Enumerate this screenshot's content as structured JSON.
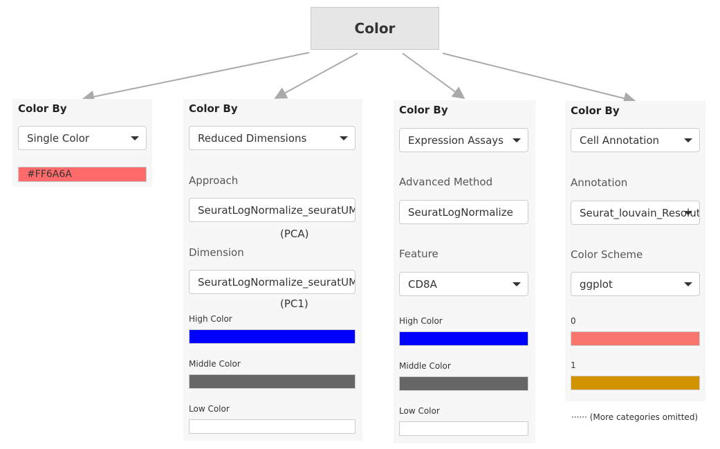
{
  "root": {
    "label": "Color"
  },
  "colors": {
    "arrow": "#aaaaaa",
    "single": "#FF6A6A",
    "blue": "#0000FF",
    "gray": "#666666",
    "white": "#FFFFFF",
    "cat0": "#F8766D",
    "cat1": "#D39200"
  },
  "panels": {
    "single": {
      "title": "Color By",
      "select": "Single Color",
      "color_value": "#FF6A6A"
    },
    "reduced": {
      "title": "Color By",
      "select": "Reduced Dimensions",
      "approach_label": "Approach",
      "approach_value": "SeuratLogNormalize_seuratUMAP",
      "approach_overflow": "(PCA)",
      "dimension_label": "Dimension",
      "dimension_value": "SeuratLogNormalize_seuratUMAP",
      "dimension_overflow": "(PC1)",
      "high_label": "High Color",
      "middle_label": "Middle Color",
      "low_label": "Low Color"
    },
    "expression": {
      "title": "Color By",
      "select": "Expression Assays",
      "method_label": "Advanced Method",
      "method_value": "SeuratLogNormalize",
      "feature_label": "Feature",
      "feature_value": "CD8A",
      "high_label": "High Color",
      "middle_label": "Middle Color",
      "low_label": "Low Color"
    },
    "annotation": {
      "title": "Color By",
      "select": "Cell Annotation",
      "annotation_label": "Annotation",
      "annotation_value": "Seurat_louvain_Resolution",
      "scheme_label": "Color Scheme",
      "scheme_value": "ggplot",
      "cat0_label": "0",
      "cat1_label": "1",
      "footnote": "······ (More categories omitted)"
    }
  }
}
